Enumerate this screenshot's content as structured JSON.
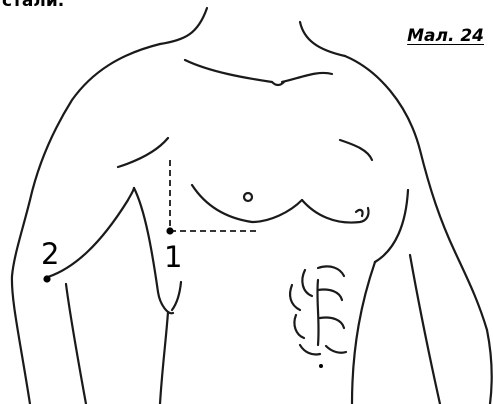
{
  "header_fragment": "стали.",
  "figure_label": "Мал. 24",
  "points": [
    {
      "label": "1"
    },
    {
      "label": "2"
    }
  ]
}
